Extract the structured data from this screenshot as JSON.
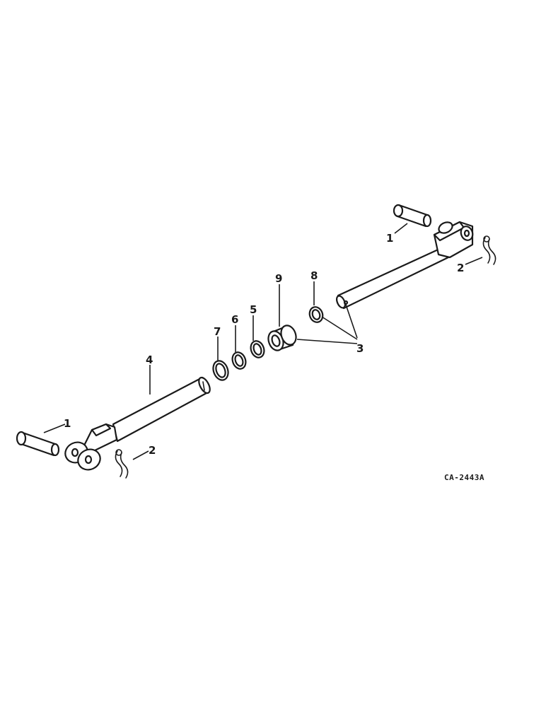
{
  "diagram": {
    "drawing_code": "CA-2443A",
    "callouts": {
      "pin_left": "1",
      "pin_right": "1",
      "clip_left": "2",
      "clip_right": "2",
      "rod_assembly": "3",
      "tube": "4",
      "ring_5": "5",
      "ring_6": "6",
      "ring_7": "7",
      "ring_8": "8",
      "bushing_9": "9"
    }
  }
}
